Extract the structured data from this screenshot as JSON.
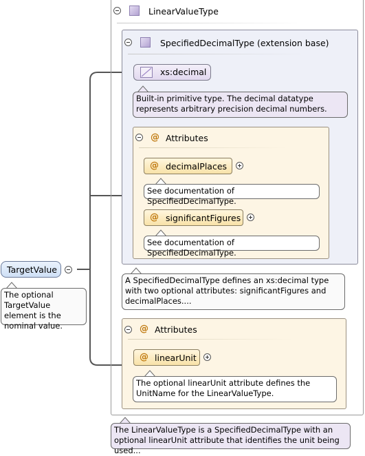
{
  "complex_type": {
    "name": "LinearValueType",
    "icon": "complex-type-icon",
    "doc": "The LinearValueType is a SpecifiedDecimalType with an optional linearUnit attribute that identifies the unit being used..."
  },
  "extension": {
    "label": "SpecifiedDecimalType (extension base)",
    "icon": "complex-type-icon",
    "doc": "A SpecifiedDecimalType defines an xs:decimal type with two optional attributes: significantFigures and decimalPlaces...."
  },
  "base_type": {
    "label": "xs:decimal",
    "icon": "simple-type-icon",
    "doc": "Built-in primitive type. The decimal datatype represents arbitrary precision decimal numbers."
  },
  "inner_attributes": {
    "title": "Attributes",
    "items": [
      {
        "name": "decimalPlaces",
        "doc": "See documentation of SpecifiedDecimalType."
      },
      {
        "name": "significantFigures",
        "doc": "See documentation of SpecifiedDecimalType."
      }
    ]
  },
  "outer_attributes": {
    "title": "Attributes",
    "items": [
      {
        "name": "linearUnit",
        "doc": "The optional linearUnit attribute defines the UnitName for the LinearValueType."
      }
    ]
  },
  "element": {
    "name": "TargetValue",
    "doc": "The optional TargetValue element is the nominal value."
  },
  "symbols": {
    "attribute": "@"
  },
  "colors": {
    "type_fill": "#ece6f4",
    "attribute_fill": "#fdf5e4",
    "element_fill": "#dbe8f8",
    "connector": "#555555"
  }
}
